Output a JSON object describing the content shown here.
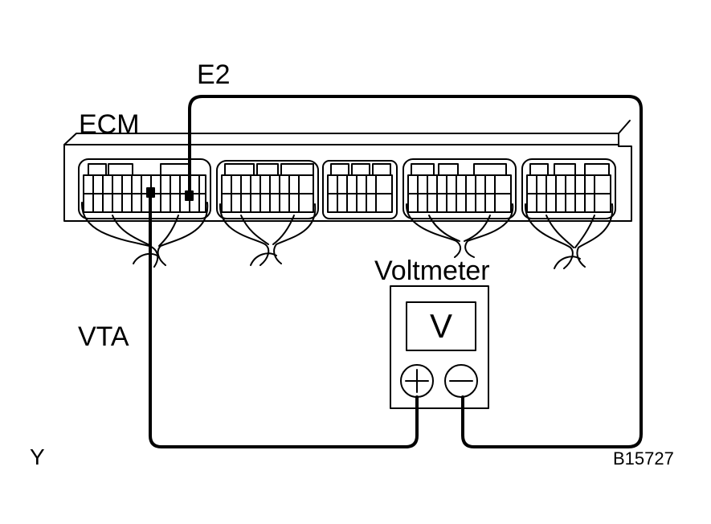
{
  "labels": {
    "ecm": "ECM",
    "e2": "E2",
    "vta": "VTA",
    "voltmeter": "Voltmeter",
    "display": "V",
    "corner_left": "Y",
    "figure_code": "B15727"
  },
  "colors": {
    "line": "#000000",
    "background": "#ffffff"
  }
}
